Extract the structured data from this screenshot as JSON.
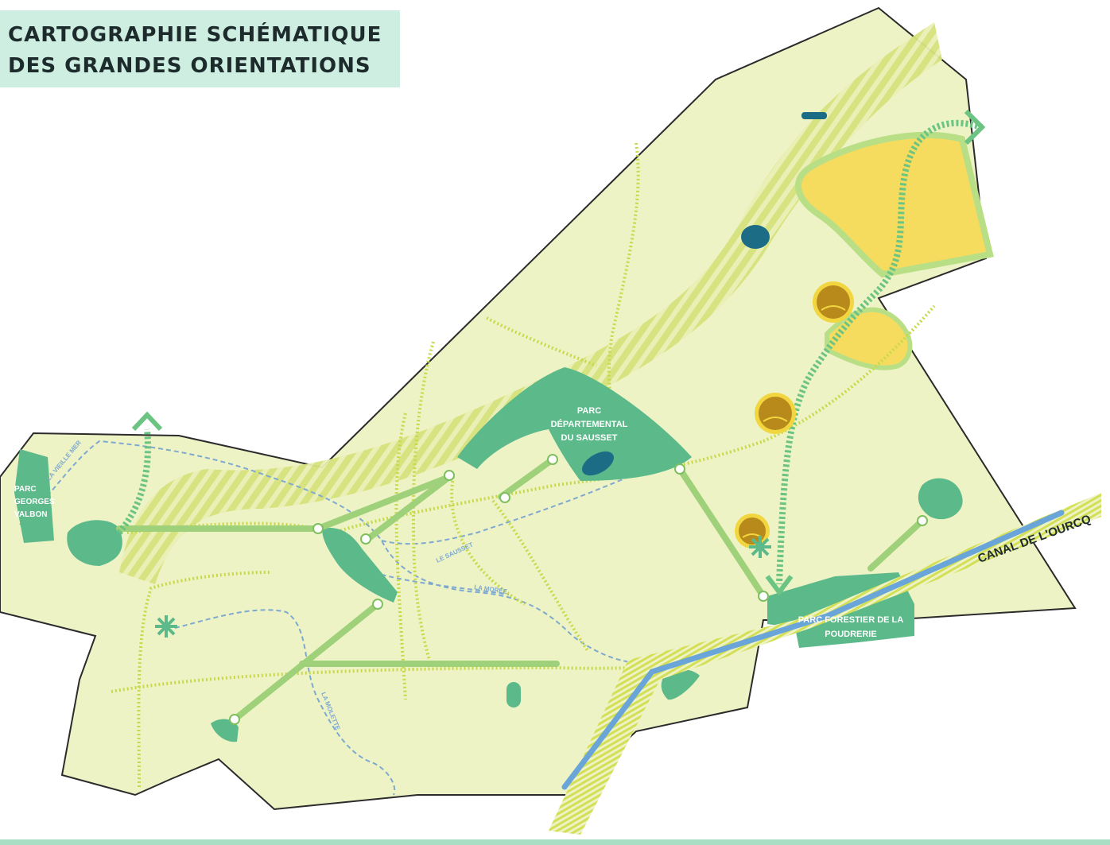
{
  "title": {
    "line1": "CARTOGRAPHIE SCHÉMATIQUE",
    "line2": "DES GRANDES ORIENTATIONS"
  },
  "labels": {
    "parc_georges_1": "PARC",
    "parc_georges_2": "GEORGES",
    "parc_georges_3": "VALBON",
    "parc_sausset_1": "PARC",
    "parc_sausset_2": "DÉPARTEMENTAL",
    "parc_sausset_3": "DU SAUSSET",
    "parc_poudrerie_1": "PARC FORESTIER DE LA",
    "parc_poudrerie_2": "POUDRERIE",
    "canal": "CANAL DE L'OURCQ"
  },
  "streams": {
    "vieille_mer": "LA VIEILLE MER",
    "sausset": "LE SAUSSET",
    "moree": "LA MORÉE",
    "molette": "LA MOLETTE"
  },
  "colors": {
    "territory": "#eef3c6",
    "outline": "#2b2b2b",
    "park_green": "#5bb98a",
    "stripe_band": "#dfe89a",
    "yellow_zone": "#f5dc5e",
    "canal_blue": "#6aa5d9",
    "water_dark": "#1d6c86",
    "agri_gold": "#b88a1c",
    "stream_blue": "#7ea9cf"
  },
  "icons": [
    "agriculture-badge-icon",
    "asterisk-node-icon",
    "arrow-up-icon",
    "arrow-right-icon",
    "arrow-down-icon"
  ]
}
